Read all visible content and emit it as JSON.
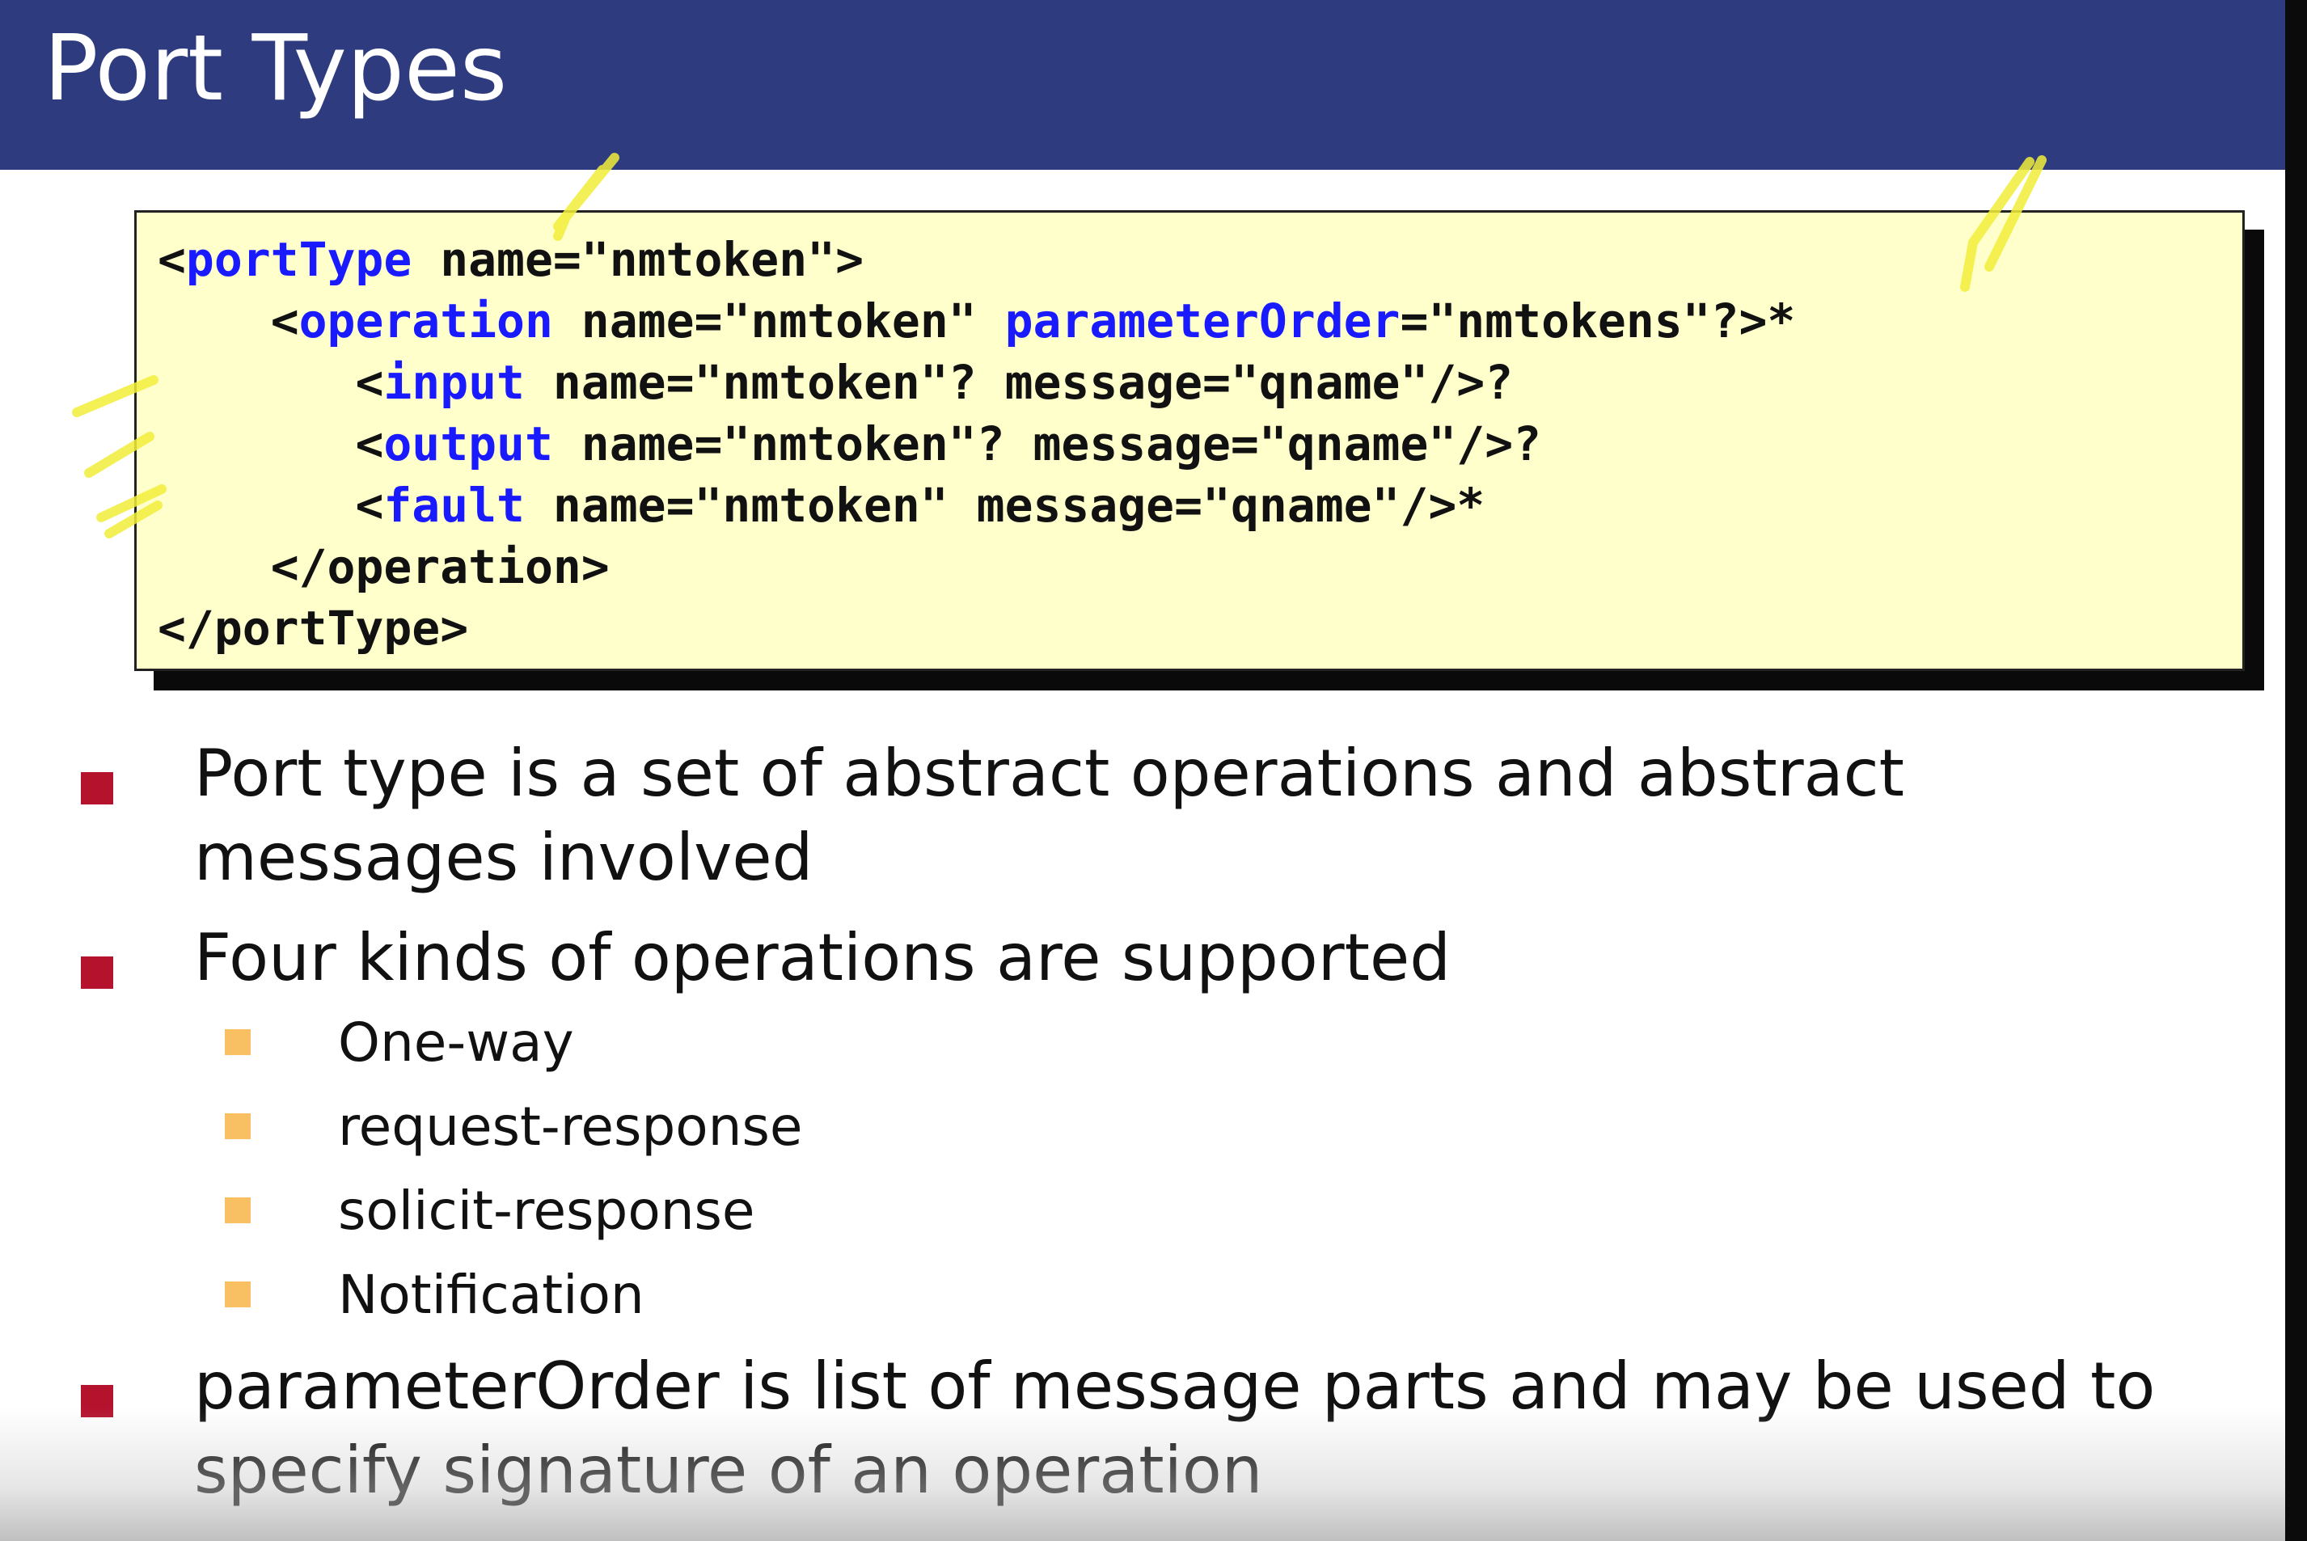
{
  "slide": {
    "title": "Port Types",
    "code_lines": [
      {
        "indent": "",
        "open": "<",
        "keyword": "portType",
        "rest": " name=\"nmtoken\">",
        "keyword2": "",
        "rest2": ""
      },
      {
        "indent": "    ",
        "open": "<",
        "keyword": "operation",
        "rest": " name=\"nmtoken\" ",
        "keyword2": "parameterOrder",
        "rest2": "=\"nmtokens\"?>*"
      },
      {
        "indent": "       ",
        "open": "<",
        "keyword": "input",
        "rest": " name=\"nmtoken\"? message=\"qname\"/>?",
        "keyword2": "",
        "rest2": ""
      },
      {
        "indent": "       ",
        "open": "<",
        "keyword": "output",
        "rest": " name=\"nmtoken\"? message=\"qname\"/>?",
        "keyword2": "",
        "rest2": ""
      },
      {
        "indent": "       ",
        "open": "<",
        "keyword": "fault",
        "rest": " name=\"nmtoken\" message=\"qname\"/>*",
        "keyword2": "",
        "rest2": ""
      },
      {
        "indent": "    ",
        "open": "",
        "keyword": "",
        "rest": "</operation>",
        "keyword2": "",
        "rest2": ""
      },
      {
        "indent": "",
        "open": "",
        "keyword": "",
        "rest": "</portType>",
        "keyword2": "",
        "rest2": ""
      }
    ],
    "bullets": {
      "b1": "Port type is a set of abstract operations and abstract messages involved",
      "b2": "Four kinds of operations are supported",
      "sub": [
        "One-way",
        "request-response",
        "solicit-response",
        "Notification"
      ],
      "b3": "parameterOrder is list of message parts and may be used to specify signature of an operation"
    },
    "colors": {
      "title_bar": "#2e3b7f",
      "code_bg": "#ffffcc",
      "keyword": "#1a1aff",
      "bullet_main": "#b5122e",
      "bullet_sub": "#f9bf63",
      "highlighter": "#f2ee3a"
    }
  }
}
